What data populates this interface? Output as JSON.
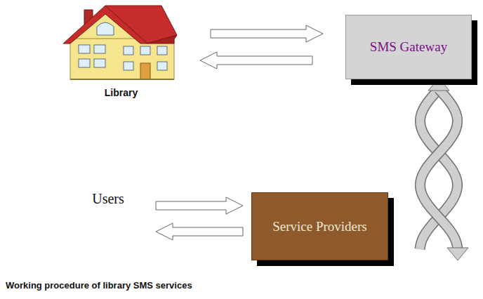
{
  "diagram": {
    "caption": "Working procedure of library SMS services",
    "nodes": [
      {
        "text": [
          "Library"
        ]
      },
      {
        "text": [
          "SMS Gateway"
        ]
      },
      {
        "text": [
          "Users"
        ]
      },
      {
        "text": [
          "Service Providers"
        ]
      }
    ],
    "edges": [
      {
        "from": 0,
        "to": 1,
        "arrow": "to"
      },
      {
        "from": 1,
        "to": 0,
        "arrow": "to"
      },
      {
        "from": 1,
        "to": 3,
        "arrow": "both"
      },
      {
        "from": 2,
        "to": 3,
        "arrow": "to"
      },
      {
        "from": 3,
        "to": 2,
        "arrow": "to"
      }
    ]
  }
}
